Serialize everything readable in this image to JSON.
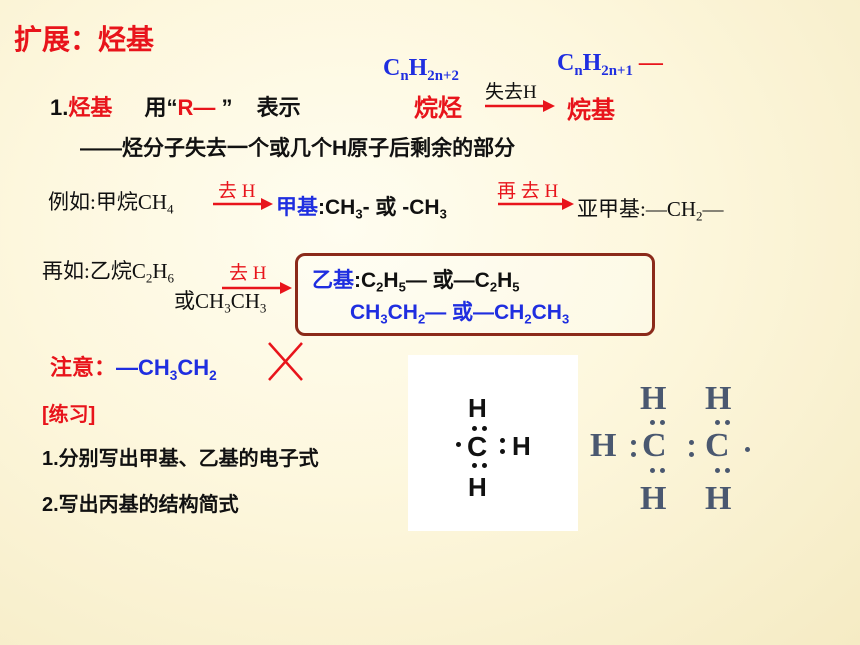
{
  "title": "扩展：烃基",
  "formula_top": {
    "alkane_formula": "C",
    "alkane_sub1": "n",
    "alkane_h": "H",
    "alkane_sub2": "2n+2",
    "alkane_name": "烷烃",
    "arrow_label": "失去H",
    "radical_formula": "C",
    "radical_sub1": "n",
    "radical_h": "H",
    "radical_sub2": "2n+1",
    "radical_dash": " —",
    "radical_name": "烷基"
  },
  "point1": {
    "number": "1.",
    "term": "烃基",
    "use_text": "用“",
    "symbol": "R—",
    "close_quote": " ”",
    "means": "表示",
    "definition": "——烃分子失去一个或几个H原子后剩余的部分"
  },
  "example1": {
    "prefix": "例如:甲烷CH",
    "prefix_sub": "4",
    "arrow1_label": "去 H",
    "methyl_name": "甲基",
    "methyl_formula_a": ":CH",
    "methyl_sub_a": "3",
    "methyl_formula_b": "- 或 -CH",
    "methyl_sub_b": "3",
    "arrow2_label": "再 去 H",
    "methylene_text": "亚甲基:—CH",
    "methylene_sub": "2",
    "methylene_end": "—"
  },
  "example2": {
    "prefix": "再如:乙烷C",
    "prefix_sub1": "2",
    "prefix_h": "H",
    "prefix_sub2": "6",
    "alt_text": "或CH",
    "alt_sub1": "3",
    "alt_mid": "CH",
    "alt_sub2": "3",
    "arrow_label": "去 H",
    "ethyl_name": "乙基",
    "line1_a": ":C",
    "line1_sub1": "2",
    "line1_b": "H",
    "line1_sub2": "5",
    "line1_c": "— 或—C",
    "line1_sub3": "2",
    "line1_d": "H",
    "line1_sub4": "5",
    "line2_a": "CH",
    "line2_sub1": "3",
    "line2_b": "CH",
    "line2_sub2": "2",
    "line2_c": "— 或—CH",
    "line2_sub3": "2",
    "line2_d": "CH",
    "line2_sub4": "3"
  },
  "note": {
    "label": "注意：",
    "formula_a": "—CH",
    "sub1": "3",
    "formula_b": "CH",
    "sub2": "2"
  },
  "practice": {
    "header": "[练习]",
    "item1": "1.分别写出甲基、乙基的电子式",
    "item2": "2.写出丙基的结构简式"
  },
  "methyl_electron": {
    "top_h": "H",
    "center_c": "C",
    "right_h": "H",
    "bottom_h": "H"
  },
  "ethyl_electron": {
    "h_top1": "H",
    "h_top2": "H",
    "h_left": "H",
    "c1": "C",
    "c2": "C",
    "h_bot1": "H",
    "h_bot2": "H"
  },
  "colors": {
    "red": "#e8141b",
    "blue": "#1f2ee0",
    "gray_blue": "#4a5870"
  }
}
